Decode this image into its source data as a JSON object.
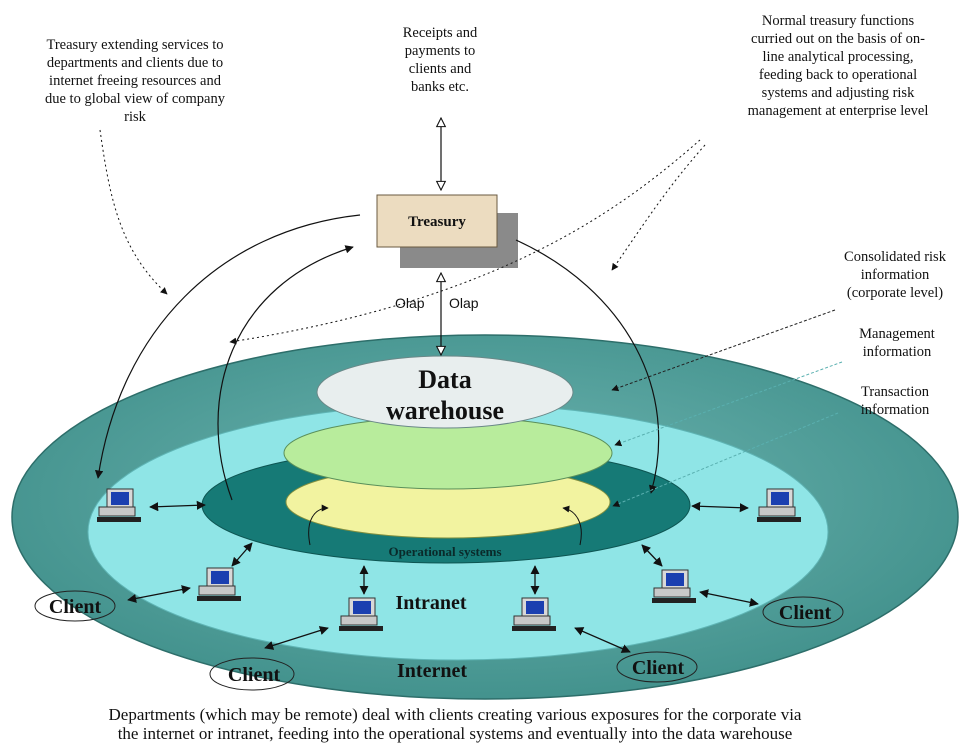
{
  "annotations": {
    "top_left": [
      "Treasury extending services to",
      "departments and clients due to",
      "internet freeing resources and",
      "due to global view of company",
      "risk"
    ],
    "top_center": [
      "Receipts and",
      "payments to",
      "clients and",
      "banks etc."
    ],
    "top_right": [
      "Normal treasury functions",
      "curried out on the basis of on-",
      "line analytical processing,",
      "feeding back to operational",
      "systems and adjusting risk",
      "management at enterprise level"
    ],
    "consolidated": [
      "Consolidated risk",
      "information",
      "(corporate level)"
    ],
    "management": [
      "Management",
      "information"
    ],
    "transaction": [
      "Transaction",
      "information"
    ]
  },
  "nodes": {
    "treasury": "Treasury",
    "olap_left": "Olap",
    "olap_right": "Olap",
    "data_warehouse": [
      "Data",
      "warehouse"
    ],
    "operational_systems": "Operational systems",
    "intranet": "Intranet",
    "internet": "Internet",
    "client": "Client"
  },
  "caption": [
    "Departments (which may be remote) deal with clients creating various exposures for the corporate via",
    "the internet or intranet, feeding into the operational systems and eventually into the data warehouse"
  ],
  "colors": {
    "outer_ring": "#4d9a96",
    "intranet_ring": "#8fe5e6",
    "operational_ring": "#167a76",
    "management_layer": "#b8ec9c",
    "transaction_layer": "#f2f3a0",
    "warehouse_layer": "#e8eeee",
    "treasury_box": "#ecdcc0",
    "treasury_shadow": "#8a8a8a"
  }
}
